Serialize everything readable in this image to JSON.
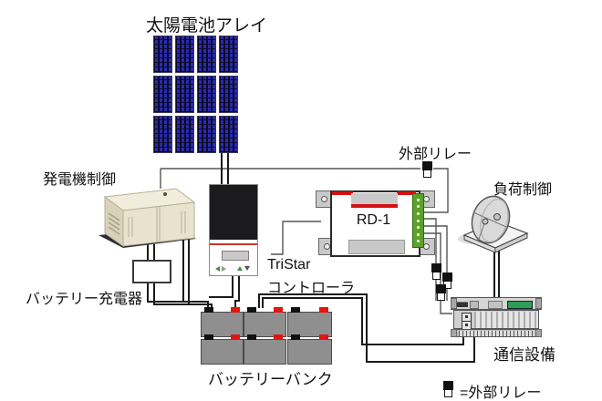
{
  "diagram": {
    "title_context": "solar-power-system-diagram",
    "labels": {
      "solar_array": "太陽電池アレイ",
      "generator_control": "発電機制御",
      "battery_charger": "バッテリー充電器",
      "tristar_line1": "TriStar",
      "tristar_line2": "コントローラ",
      "external_relay": "外部リレー",
      "rd1": "RD-1",
      "load_control": "負荷制御",
      "comms_equipment": "通信設備",
      "battery_bank": "バッテリーバンク",
      "legend_external_relay": "=外部リレー"
    },
    "colors": {
      "wire_black": "#1a1a1a",
      "wire_gray": "#555555",
      "panel_blue": "#2a2ab0",
      "relay_red": "#d50f12",
      "terminal_red": "#e3150f",
      "green_terminal_strip": "#5aa228",
      "rack_display_green": "#2f9e55",
      "generator_beige": "#e8e2cf"
    }
  }
}
